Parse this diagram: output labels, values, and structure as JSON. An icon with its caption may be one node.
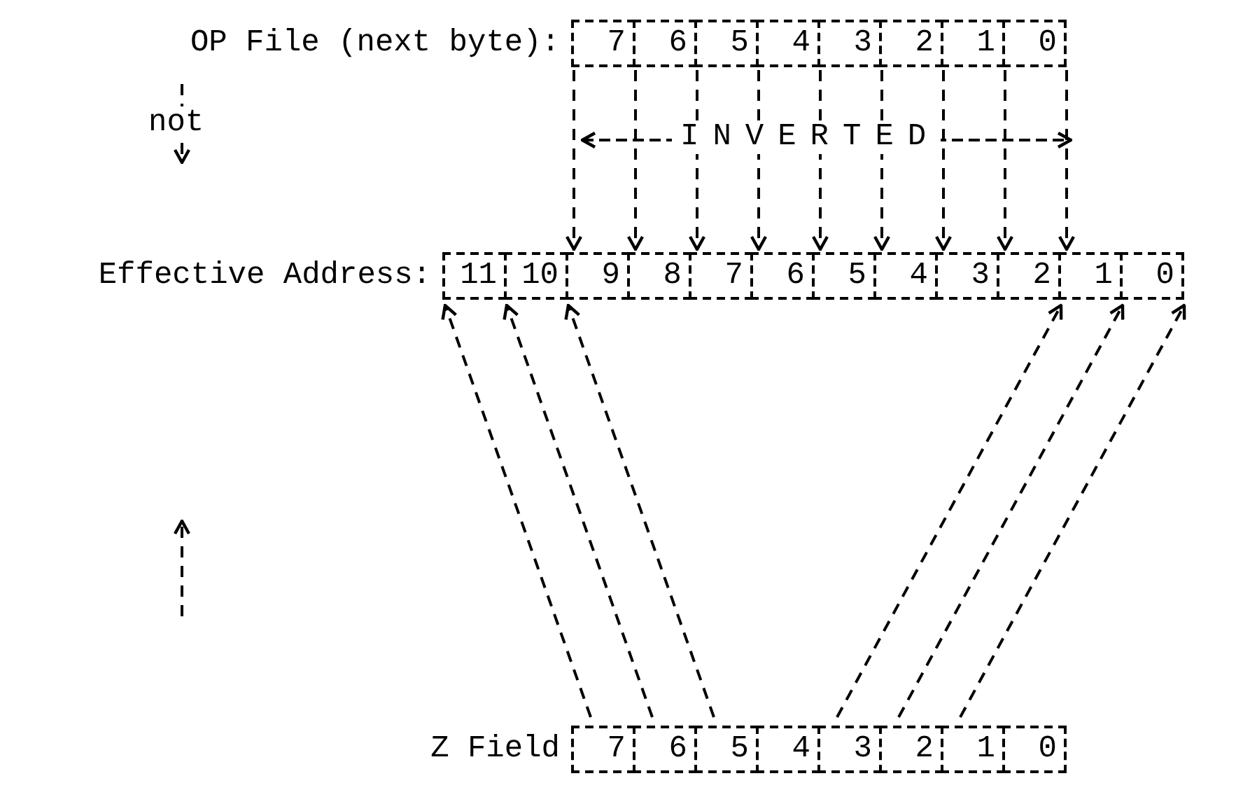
{
  "diagram": {
    "nodes": [
      {
        "text": [
          "7",
          "6",
          "5",
          "4",
          "3",
          "2",
          "1",
          "0"
        ],
        "beside": [
          "OP File (next byte):"
        ]
      },
      {
        "text": [
          "11",
          "10",
          "9",
          "8",
          "7",
          "6",
          "5",
          "4",
          "3",
          "2",
          "1",
          "0"
        ],
        "beside": [
          "Effective Address:"
        ]
      },
      {
        "text": [
          "7",
          "6",
          "5",
          "4",
          "3",
          "2",
          "1",
          "0"
        ],
        "beside": [
          "Z Field"
        ]
      }
    ],
    "edges": [
      {
        "from": 0,
        "to": 1,
        "arrow": "to",
        "style": "dashed"
      },
      {
        "from": 0,
        "to": 1,
        "arrow": "to",
        "style": "dashed"
      },
      {
        "from": 0,
        "to": 1,
        "arrow": "to",
        "style": "dashed"
      },
      {
        "from": 0,
        "to": 1,
        "arrow": "to",
        "style": "dashed"
      },
      {
        "from": 0,
        "to": 1,
        "arrow": "to",
        "style": "dashed"
      },
      {
        "from": 0,
        "to": 1,
        "arrow": "to",
        "style": "dashed"
      },
      {
        "from": 0,
        "to": 1,
        "arrow": "to",
        "style": "dashed"
      },
      {
        "from": 0,
        "to": 1,
        "arrow": "to",
        "style": "dashed"
      },
      {
        "from": 0,
        "to": 1,
        "arrow": "to",
        "style": "dashed"
      },
      {
        "from": 2,
        "to": 1,
        "arrow": "to",
        "style": "dashed"
      },
      {
        "from": 2,
        "to": 1,
        "arrow": "to",
        "style": "dashed"
      },
      {
        "from": 2,
        "to": 1,
        "arrow": "to",
        "style": "dashed"
      },
      {
        "from": 2,
        "to": 1,
        "arrow": "to",
        "style": "dashed"
      },
      {
        "from": 2,
        "to": 1,
        "arrow": "to",
        "style": "dashed"
      },
      {
        "from": 2,
        "to": 1,
        "arrow": "to",
        "style": "dashed"
      }
    ],
    "labels": [
      "not",
      "INVERTED"
    ]
  }
}
